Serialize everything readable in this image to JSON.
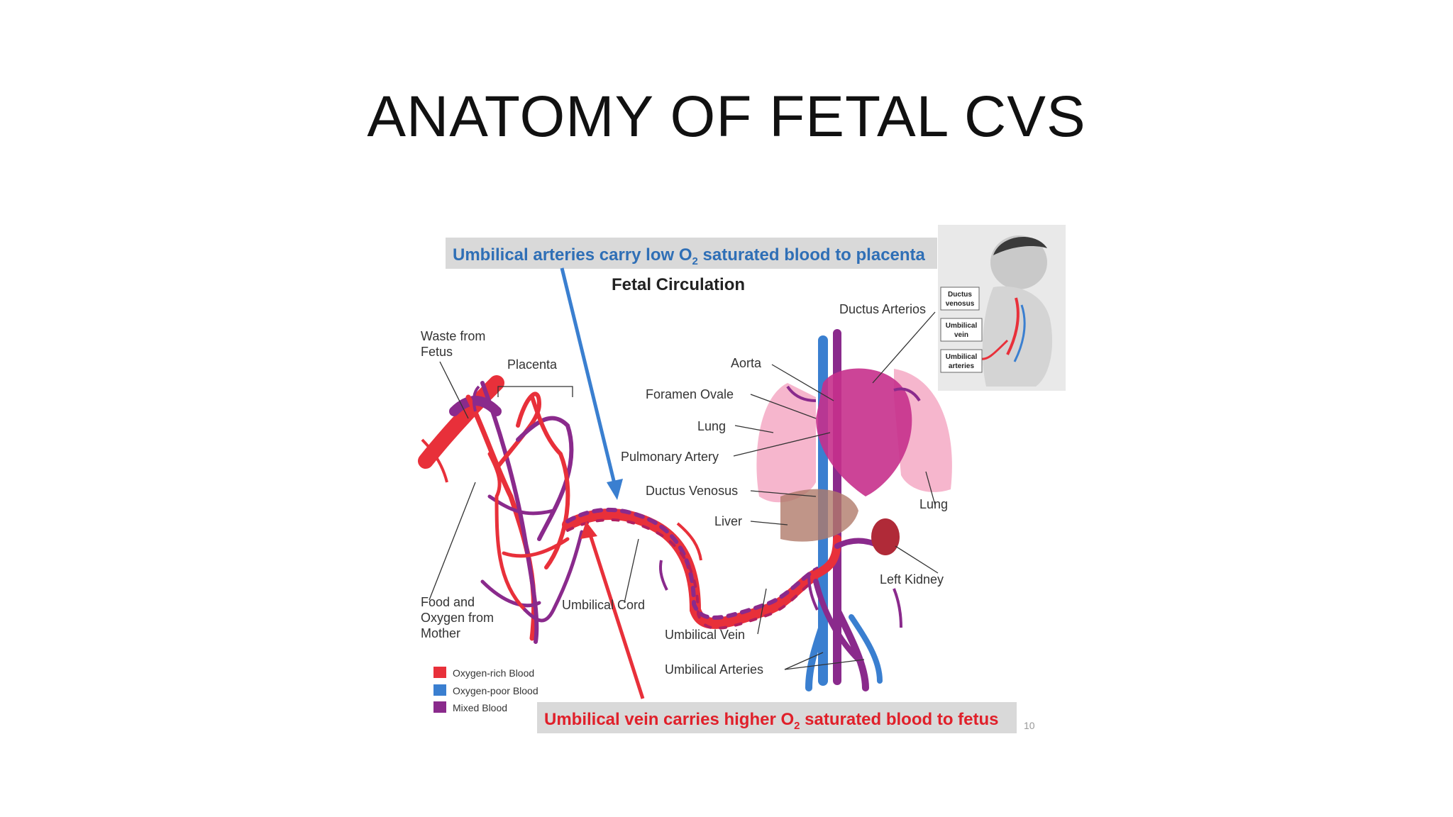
{
  "slide": {
    "title": "ANATOMY OF FETAL CVS",
    "page_number": "10"
  },
  "captions": {
    "arteries_pre": "Umbilical arteries carry low O",
    "arteries_sub": "2",
    "arteries_post": " saturated blood to placenta",
    "vein_pre": "Umbilical vein carries higher O",
    "vein_sub": "2",
    "vein_post": " saturated blood to fetus"
  },
  "diagram": {
    "title": "Fetal Circulation",
    "labels": {
      "waste_line1": "Waste from",
      "waste_line2": "Fetus",
      "placenta": "Placenta",
      "food_line1": "Food and",
      "food_line2": "Oxygen from",
      "food_line3": "Mother",
      "umbilical_cord": "Umbilical Cord",
      "umbilical_vein": "Umbilical Vein",
      "umbilical_arteries": "Umbilical Arteries",
      "ductus_arteriosus": "Ductus Arterios",
      "aorta": "Aorta",
      "foramen_ovale": "Foramen Ovale",
      "lung_left": "Lung",
      "pulmonary_artery": "Pulmonary Artery",
      "ductus_venosus": "Ductus Venosus",
      "liver": "Liver",
      "lung_right": "Lung",
      "left_kidney": "Left Kidney"
    },
    "legend": [
      {
        "label": "Oxygen-rich Blood",
        "color": "#e8303a"
      },
      {
        "label": "Oxygen-poor Blood",
        "color": "#3a7fd0"
      },
      {
        "label": "Mixed Blood",
        "color": "#8a2a8c"
      }
    ]
  },
  "inset": {
    "label1_line1": "Ductus",
    "label1_line2": "venosus",
    "label2_line1": "Umbilical",
    "label2_line2": "vein",
    "label3_line1": "Umbilical",
    "label3_line2": "arteries"
  },
  "colors": {
    "oxygen_rich": "#e8303a",
    "oxygen_poor": "#3a7fd0",
    "mixed": "#8a2a8c",
    "caption_blue": "#2f6fb6",
    "caption_red": "#e0202a",
    "lung_pink": "#f4a9c4",
    "liver_brown": "#b07a6a"
  }
}
